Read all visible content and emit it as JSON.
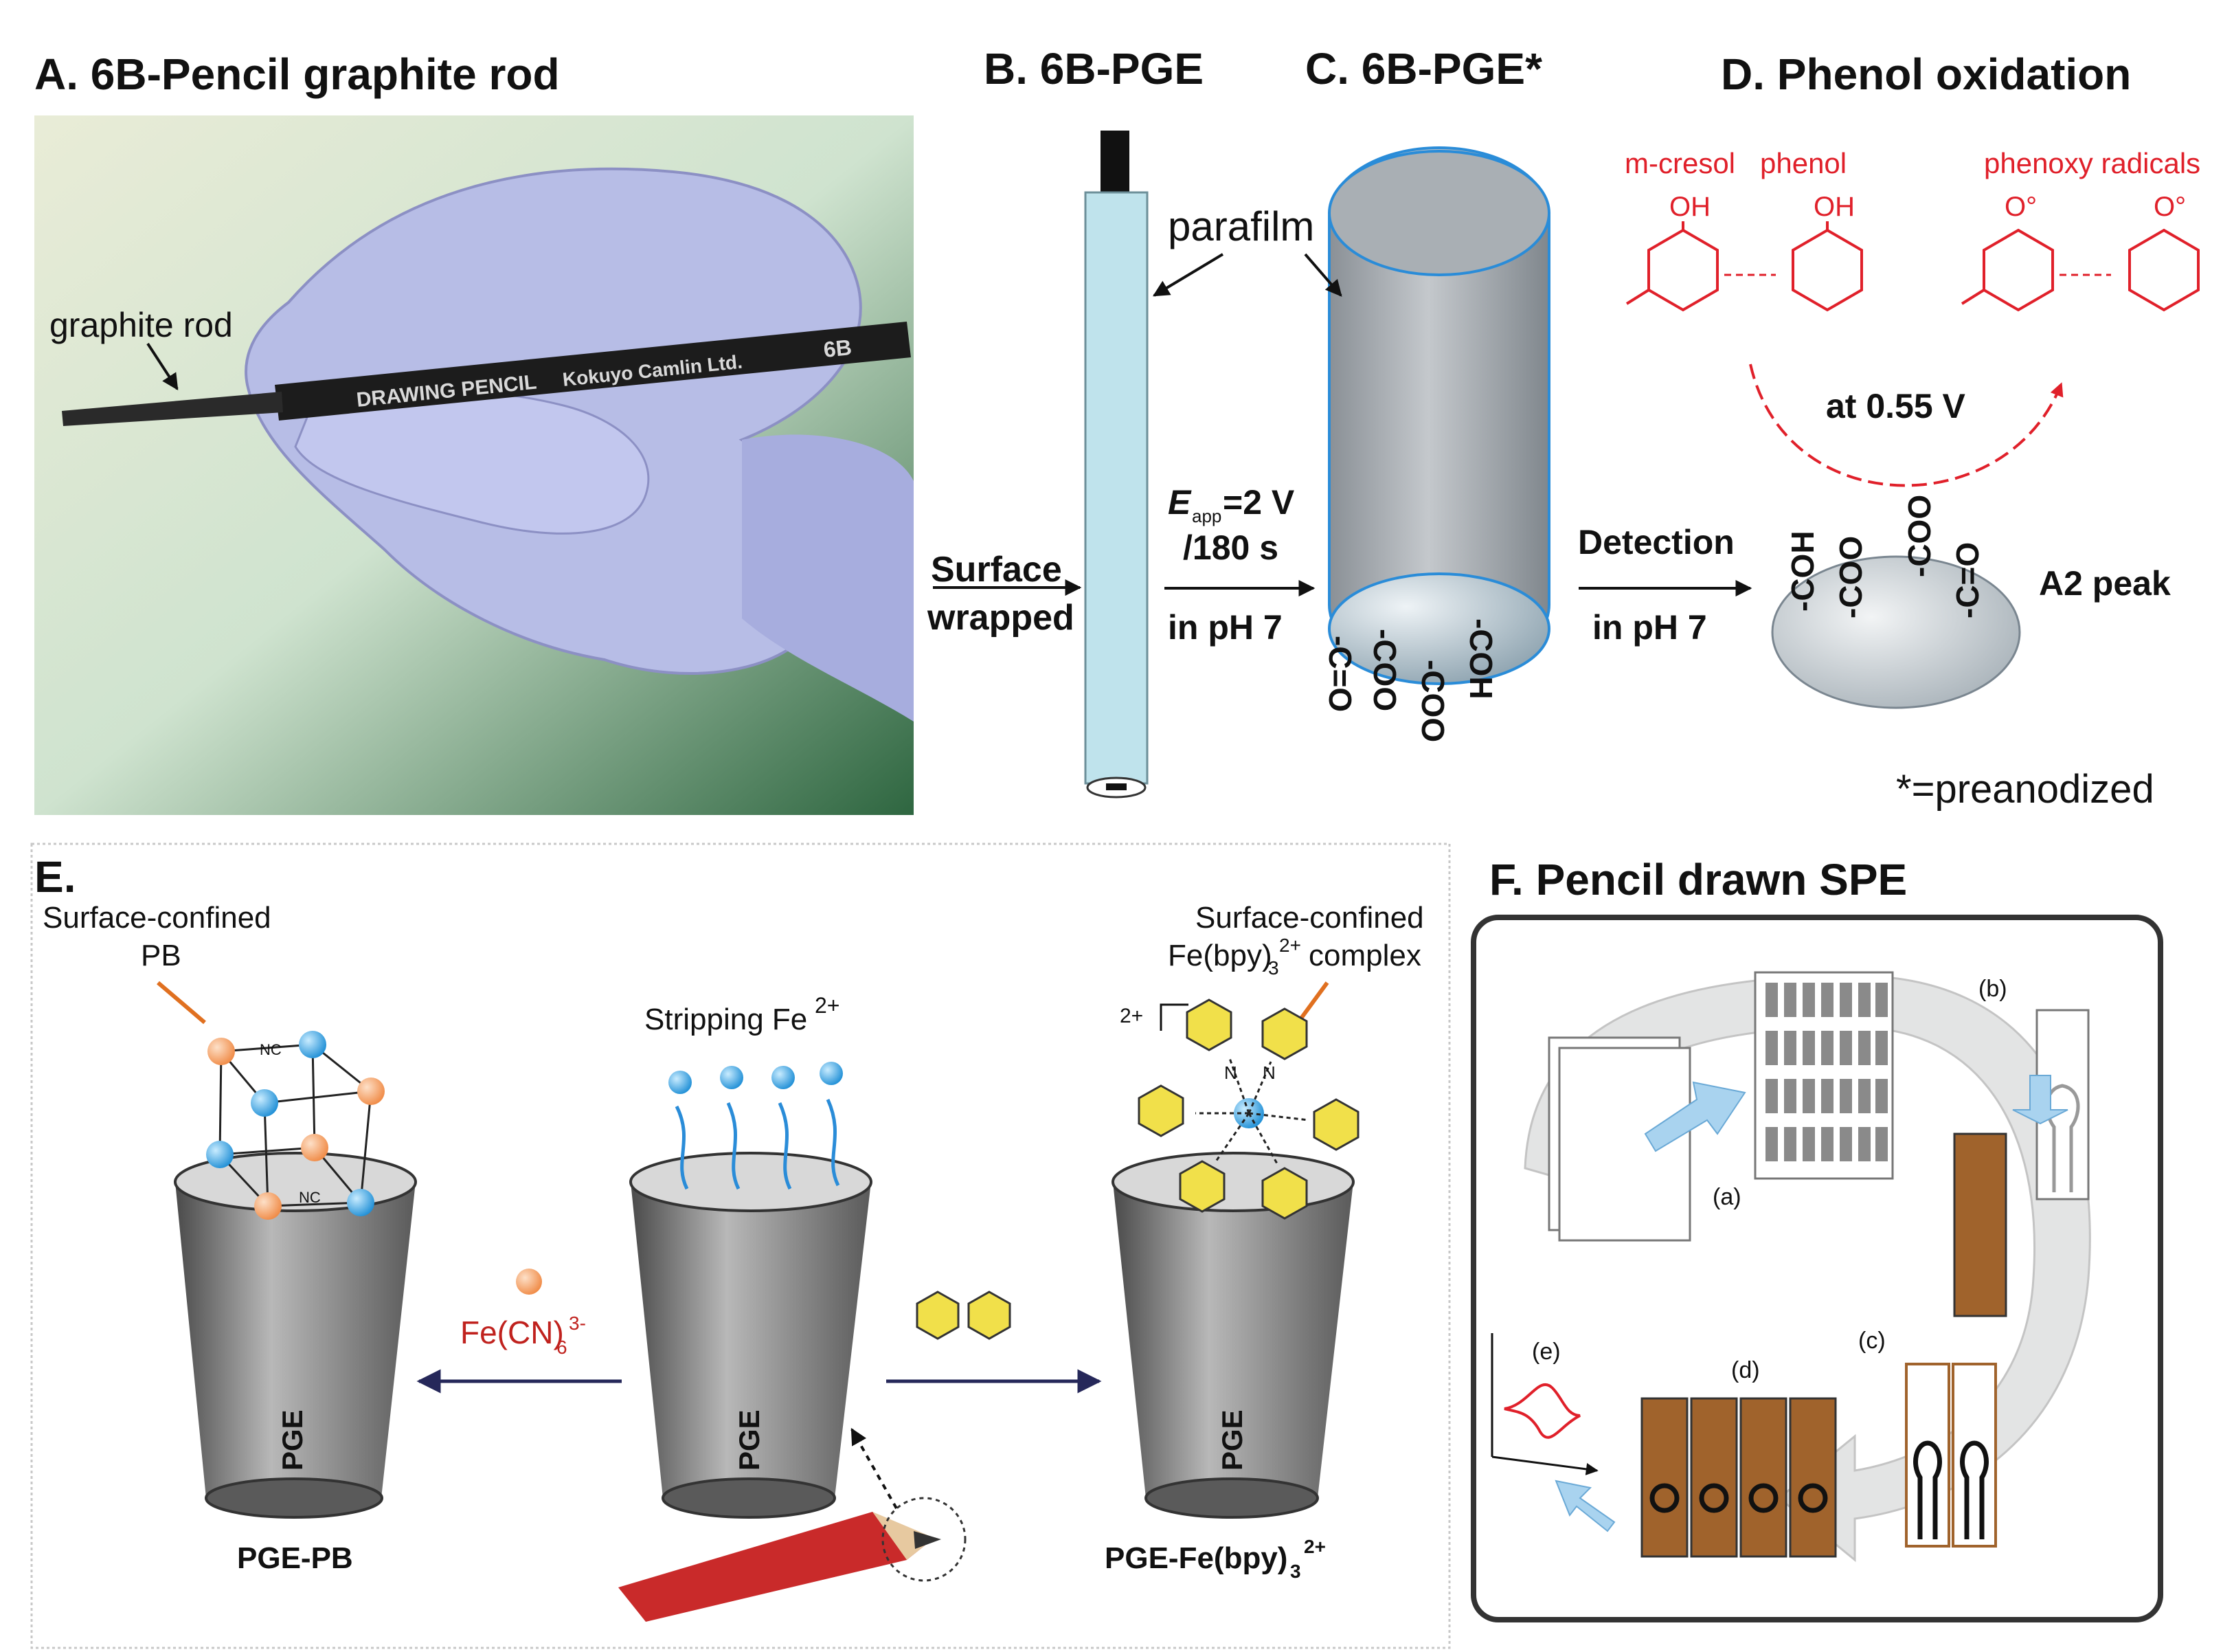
{
  "colors": {
    "accent_red": "#e0202a",
    "electrode_blue": "#2a8cd8",
    "graphite_brown": "#a0632c",
    "glove_lavender": "#b7bde6",
    "pyridine_yellow": "#f1e04a",
    "sphere_orange": "#f4a26a",
    "sphere_blue": "#3aa7e6"
  },
  "panelA": {
    "title": "A. 6B-Pencil graphite rod",
    "rod_label": "graphite rod",
    "pencil_text": "DRAWING PENCIL",
    "pencil_brand": "Kokuyo Camlin Ltd.",
    "pencil_grade": "6B"
  },
  "panelB": {
    "title": "B. 6B-PGE",
    "surface_line1": "Surface",
    "surface_line2": "wrapped"
  },
  "panelC": {
    "title": "C. 6B-PGE*",
    "parafilm": "parafilm",
    "eapp_symbol": "E",
    "eapp_sub": "app",
    "eapp_value": "=2 V",
    "duration": "/180 s",
    "ph": "in pH 7",
    "groups": [
      "-C=O",
      "-COO",
      "-COO",
      "-COH"
    ]
  },
  "panelD": {
    "title": "D. Phenol oxidation",
    "mcresol": "m-cresol",
    "phenol": "phenol",
    "phenoxy": "phenoxy radicals",
    "oh1": "OH",
    "oh2": "OH",
    "rad1": "O°",
    "rad2": "O°",
    "voltage": "at 0.55 V",
    "detection": "Detection",
    "ph": "in pH 7",
    "peak": "A2 peak",
    "footnote": "*=preanodized",
    "groups": [
      "-COH",
      "-COO",
      "-COO",
      "-C=O"
    ]
  },
  "panelE": {
    "title": "E.",
    "pb_line1": "Surface-confined",
    "pb_line2": "PB",
    "stripping": "Stripping Fe",
    "stripping_sup": "2+",
    "complex_line1": "Surface-confined",
    "complex_line2": "Fe(bpy)",
    "complex_sub": "3",
    "complex_sup": "2+",
    "complex_suffix": " complex",
    "charge": "2+",
    "ferricyanide": "Fe(CN)",
    "ferricyanide_sub": "6",
    "ferricyanide_sup": "3-",
    "cup_label": "PGE",
    "label_left": "PGE-PB",
    "label_right": "PGE-Fe(bpy)",
    "label_right_sub": "3",
    "label_right_sup": "2+",
    "nc": "NC",
    "n": "N"
  },
  "panelF": {
    "title": "F. Pencil drawn SPE",
    "steps": [
      "(a)",
      "(b)",
      "(c)",
      "(d)",
      "(e)"
    ]
  }
}
